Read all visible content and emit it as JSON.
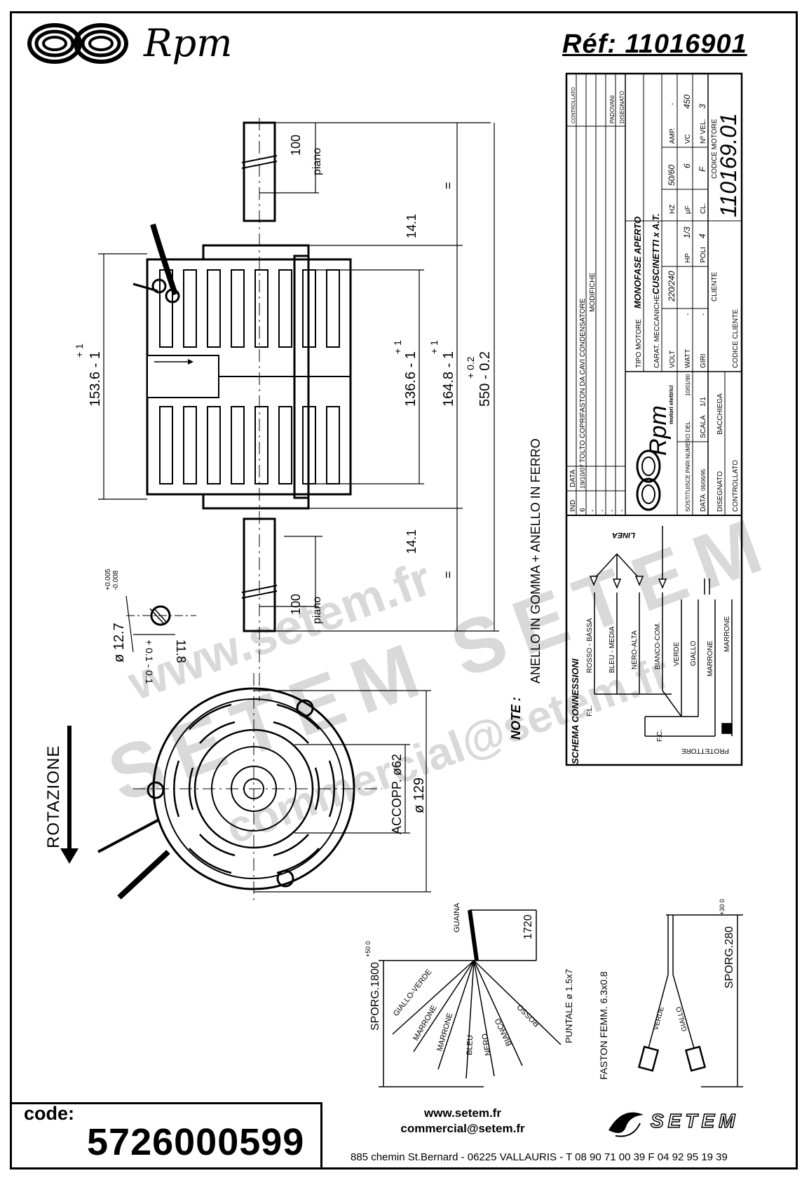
{
  "header": {
    "brand": "Rpm",
    "reference_label": "Réf:",
    "reference_number": "11016901"
  },
  "watermark": {
    "site": "www.setem.fr",
    "company": "SETEM",
    "company_alt": "SETEM",
    "email": "commercial@setem.fr"
  },
  "dimensions": {
    "shaft_top": "100",
    "shaft_bottom": "100",
    "piano_top": "piano",
    "piano_bottom": "piano",
    "body_diameter": "153.6 - 1",
    "body_diameter_tol": "+ 1",
    "inner_length": "136.6 - 1",
    "inner_length_tol": "+ 1",
    "outer_length": "164.8 - 1",
    "outer_length_tol": "+ 1",
    "total_length": "550 - 0.2",
    "total_length_tol": "+ 0.2",
    "top_gap": "14.1",
    "bottom_gap": "14.1",
    "equal_top": "=",
    "equal_bottom": "=",
    "shaft_diameter": "ø 12.7",
    "shaft_tol_top": "+0.005",
    "shaft_tol_bottom": "-0.008",
    "flat": "11.8",
    "flat_tol": "+ 0.1 - 0.1",
    "accopp": "ACCOPP. ø62",
    "diameter_129": "ø 129",
    "rotation": "ROTAZIONE"
  },
  "notes": {
    "title": "NOTE :",
    "text": "ANELLO IN GOMMA + ANELLO IN FERRO"
  },
  "title_block": {
    "rows_ind": [
      "6",
      "-",
      "-",
      "-",
      "-",
      "-",
      "-"
    ],
    "col_ind": "IND",
    "col_date": "DATA",
    "rev_date": "19/10/07",
    "rev_mod": "TOLTO COPRIFASTON DA CAVI CONDENSATORE",
    "col_mod": "MODIFICHE",
    "col_drawn": "PADOVANI",
    "drawn_label": "DISEGNATO",
    "checked_label": "CONTROLLATO",
    "tipo_motore_label": "TIPO MOTORE",
    "tipo_motore": "MONOFASE APERTO",
    "carat_label": "CARAT. MECCANICHE",
    "carat": "CUSCINETTI x A.T.",
    "volt_label": "VOLT",
    "volt": "220/240",
    "hz_label": "HZ",
    "hz": "50/60",
    "amp_label": "AMP.",
    "amp": "-",
    "watt_label": "WATT",
    "watt": "-",
    "hp_label": "HP",
    "hp": "1/3",
    "uf_label": "µF",
    "uf": "6",
    "vc_label": "VC",
    "vc": "450",
    "giri_label": "GIRI",
    "giri": "-",
    "poli_label": "POLI",
    "poli": "4",
    "cl_label": "CL.",
    "cl": "F",
    "nvel_label": "Nº VEL.",
    "nvel": "3",
    "cliente_label": "CLIENTE",
    "codice_motore_label": "CODICE MOTORE",
    "codice_motore": "110169.01",
    "codice_cliente_label": "CODICE CLIENTE",
    "logo_text": "Rpm",
    "logo_sub": "motori elettrici",
    "sostituisce": "SOSTITUISCE PARI NUMERO DEL",
    "sostituisce_date": "10/01/90",
    "data_label": "DATA",
    "data": "06/06/95",
    "scala_label": "SCALA",
    "scala": "1/1",
    "disegnato_label": "DISEGNATO",
    "disegnato": "BACCHIEGA",
    "controllato_label": "CONTROLLATO"
  },
  "schema": {
    "title": "SCHEMA CONNESSIONI",
    "linea": "LINEA",
    "wires": [
      "ROSSO - BASSA",
      "BLEU - MEDIA",
      "NERO-ALTA",
      "BIANCO-COM.",
      "VERDE",
      "GIALLO",
      "MARRONE",
      "MARRONE"
    ],
    "fl": "F.L.",
    "fc": "F.C.",
    "protettore": "PROTETTORE"
  },
  "leads": {
    "guaina": "GUAINA",
    "length": "1720",
    "sporg_label": "SPORG.1800",
    "sporg_tol": "+50 0",
    "puntale": "PUNTALE ø 1.5x7",
    "wires": [
      "GIALLO-VERDE",
      "MARRONE",
      "MARRONE",
      "BLEU",
      "NERO",
      "BIANCO",
      "ROSSO"
    ],
    "faston": "FASTON FEMM. 6.3x0.8",
    "cap_wires": [
      "VERDE",
      "GIALLO"
    ],
    "sporg_cap": "SPORG.280",
    "sporg_cap_tol": "+30 0"
  },
  "footer": {
    "code_label": "code:",
    "code": "5726000599",
    "web": "www.setem.fr",
    "email": "commercial@setem.fr",
    "logo": "SETEM",
    "address": "885 chemin St.Bernard  -  06225 VALLAURIS  -  T 08 90 71 00 39   F 04 92 95 19 39"
  }
}
